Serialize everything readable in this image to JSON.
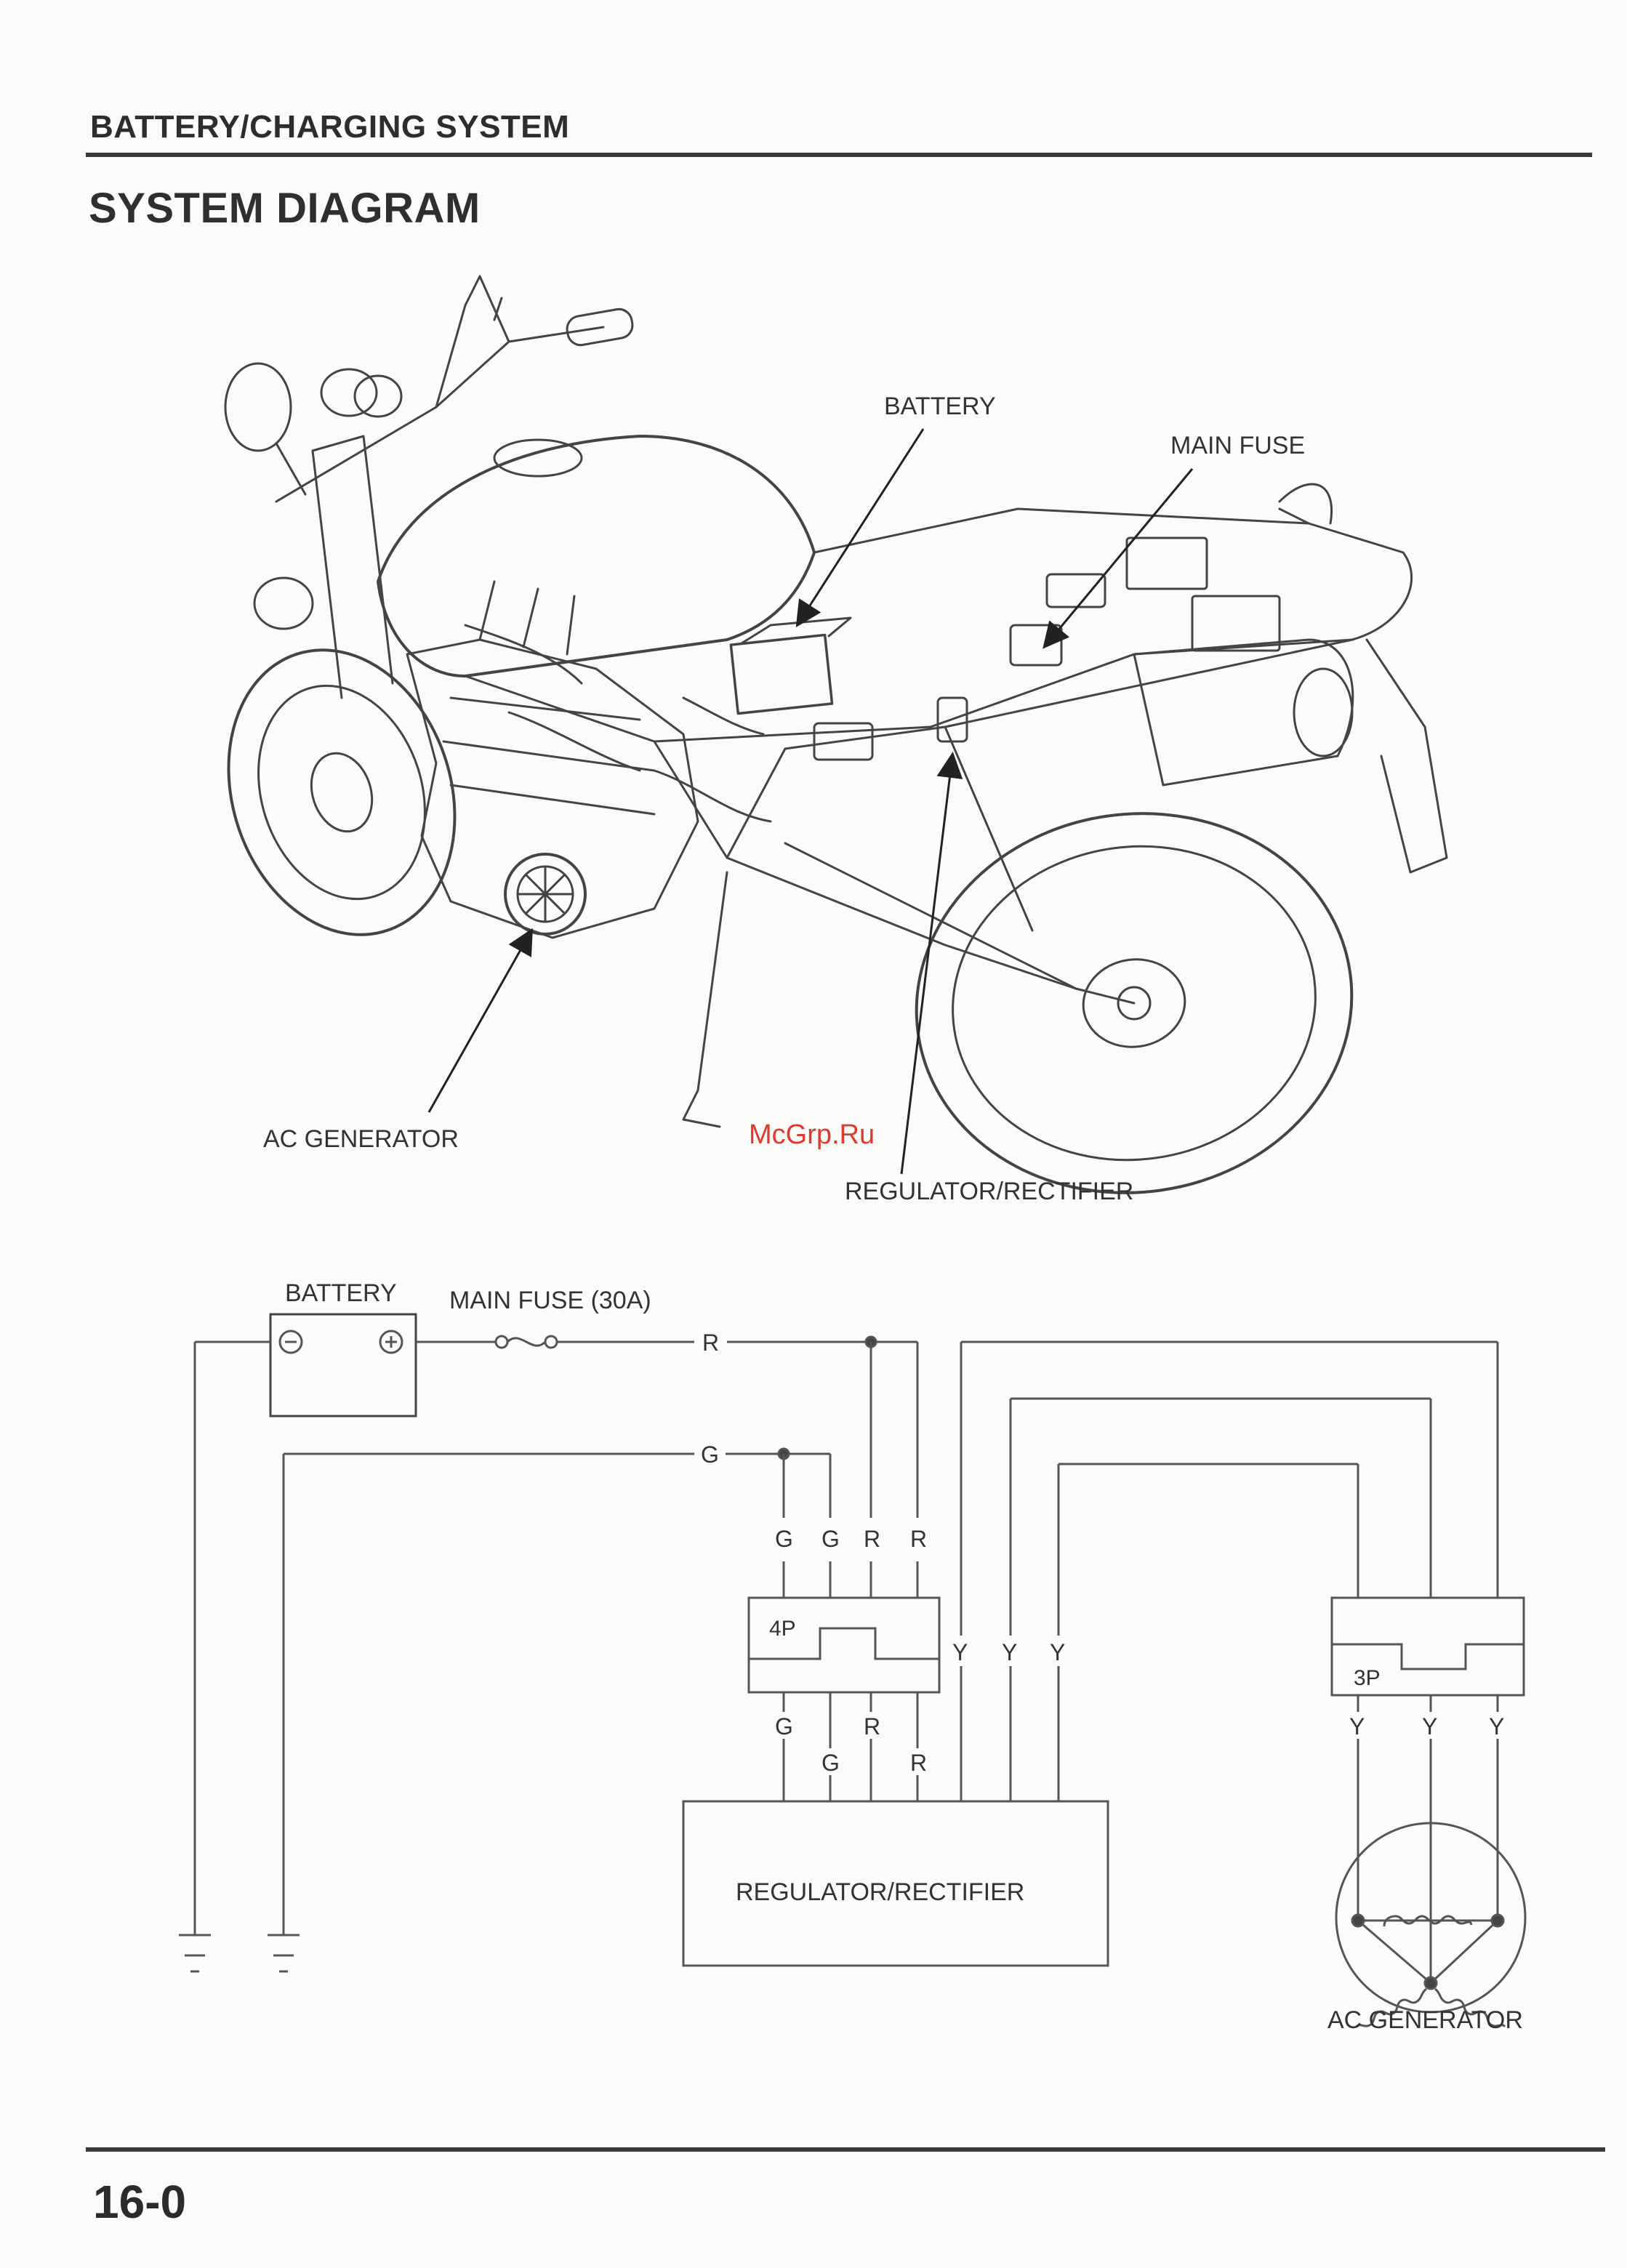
{
  "header": {
    "section_title": "BATTERY/CHARGING SYSTEM",
    "page_title": "SYSTEM DIAGRAM"
  },
  "illustration": {
    "callouts": {
      "battery": "BATTERY",
      "main_fuse": "MAIN FUSE",
      "ac_generator": "AC GENERATOR",
      "regulator_rectifier": "REGULATOR/RECTIFIER"
    },
    "watermark": "McGrp.Ru"
  },
  "schematic": {
    "battery_label": "BATTERY",
    "battery_negative": "⊖",
    "battery_positive": "⊕",
    "main_fuse_label": "MAIN FUSE (30A)",
    "wire_r": "R",
    "wire_g": "G",
    "connector_4p": "4P",
    "connector_3p": "3P",
    "wire_y": "Y",
    "regulator_label": "REGULATOR/RECTIFIER",
    "ac_generator_label": "AC GENERATOR"
  },
  "footer": {
    "page_number": "16-0"
  }
}
